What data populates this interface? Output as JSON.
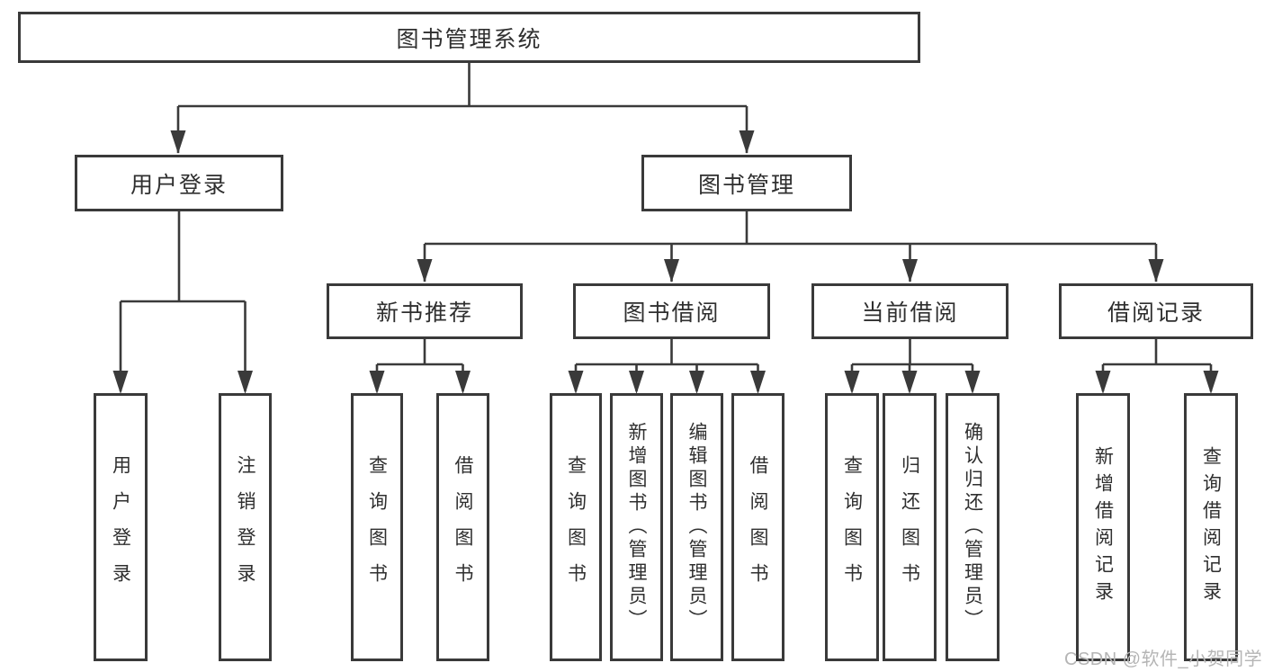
{
  "tree": {
    "root": {
      "label": "图书管理系统"
    },
    "branches": [
      {
        "label": "用户登录",
        "children": [
          {
            "label": "用户登录"
          },
          {
            "label": "注销登录"
          }
        ]
      },
      {
        "label": "图书管理",
        "children": [
          {
            "label": "新书推荐",
            "children": [
              {
                "label": "查询图书"
              },
              {
                "label": "借阅图书"
              }
            ]
          },
          {
            "label": "图书借阅",
            "children": [
              {
                "label": "查询图书"
              },
              {
                "label": "新增图书（管理员）"
              },
              {
                "label": "编辑图书（管理员）"
              },
              {
                "label": "借阅图书"
              }
            ]
          },
          {
            "label": "当前借阅",
            "children": [
              {
                "label": "查询图书"
              },
              {
                "label": "归还图书"
              },
              {
                "label": "确认归还（管理员）"
              }
            ]
          },
          {
            "label": "借阅记录",
            "children": [
              {
                "label": "新增借阅记录"
              },
              {
                "label": "查询借阅记录"
              }
            ]
          }
        ]
      }
    ]
  },
  "watermark": "CSDN @软件_小贺同学",
  "colors": {
    "line": "#3a3a3a",
    "text": "#2f2f2f",
    "watermark": "#b5b5b5",
    "background": "#ffffff"
  }
}
